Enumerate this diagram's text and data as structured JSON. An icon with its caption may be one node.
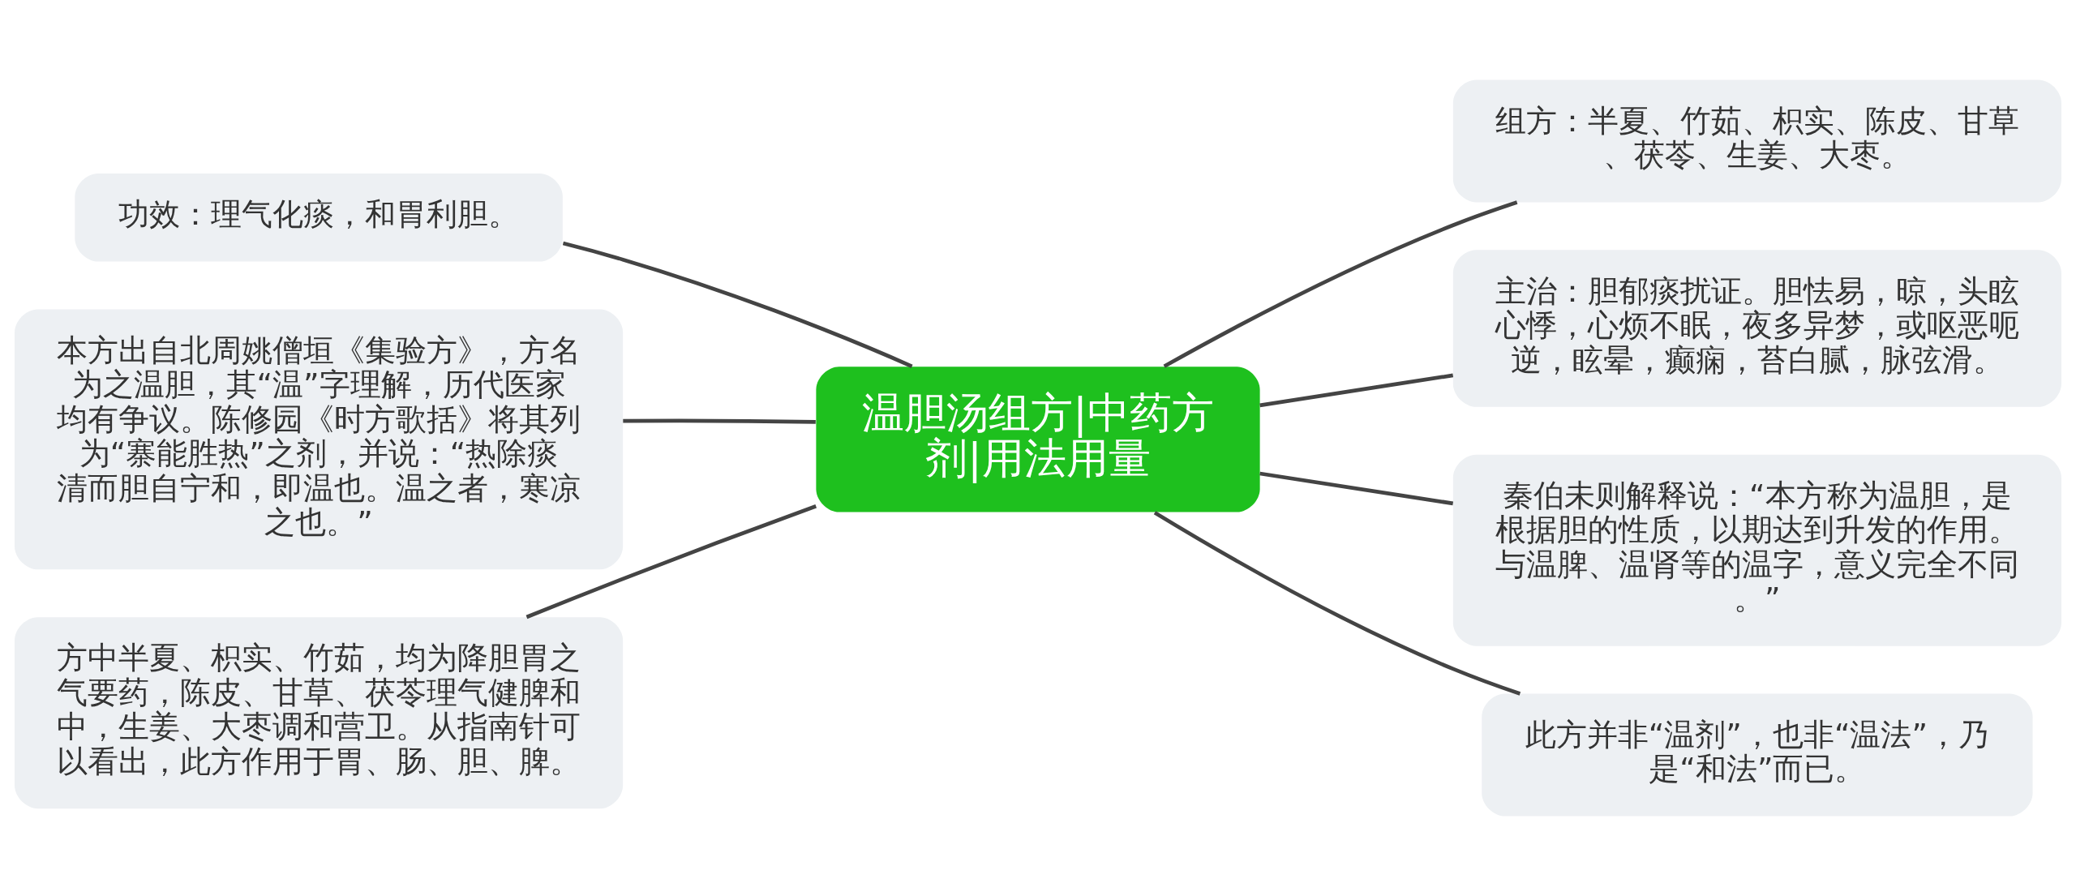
{
  "diagram": {
    "nodes": [
      {
        "text": [
          "温胆汤组方|中药方剂|用法用量"
        ]
      },
      {
        "text": [
          "功效：理气化痰，和胃利胆。"
        ]
      },
      {
        "text": [
          "本方出自北周姚僧垣《集验方》，方名为之温胆，其“温”字理解，历代医家均有争议。陈修园《时方歌括》将其列为“寨能胜热”之剂，并说：“热除痰清而胆自宁和，即温也。温之者，寒凉之也。”"
        ]
      },
      {
        "text": [
          "方中半夏、枳实、竹茹，均为降胆胃之气要药，陈皮、甘草、茯苓理气健脾和中，生姜、大枣调和营卫。从指南针可以看出，此方作用于胃、肠、胆、脾。"
        ]
      },
      {
        "text": [
          "组方：半夏、竹茹、枳实、陈皮、甘草、茯苓、生姜、大枣。"
        ]
      },
      {
        "text": [
          "主治：胆郁痰扰证。胆怯易，晾，头眩心悸，心烦不眠，夜多异梦，或呕恶呃逆，眩晕，癫痫，苔白腻，脉弦滑。"
        ]
      },
      {
        "text": [
          "秦伯未则解释说：“本方称为温胆，是根据胆的性质，以期达到升发的作用。与温脾、温肾等的温字，意义完全不同。”"
        ]
      },
      {
        "text": [
          "此方并非“温剂”，也非“温法”，乃是“和法”而已。"
        ]
      }
    ],
    "edges": [
      {
        "from": 0,
        "to": 1,
        "arrow": "none"
      },
      {
        "from": 0,
        "to": 2,
        "arrow": "none"
      },
      {
        "from": 0,
        "to": 3,
        "arrow": "none"
      },
      {
        "from": 0,
        "to": 4,
        "arrow": "none"
      },
      {
        "from": 0,
        "to": 5,
        "arrow": "none"
      },
      {
        "from": 0,
        "to": 6,
        "arrow": "none"
      },
      {
        "from": 0,
        "to": 7,
        "arrow": "none"
      }
    ]
  }
}
